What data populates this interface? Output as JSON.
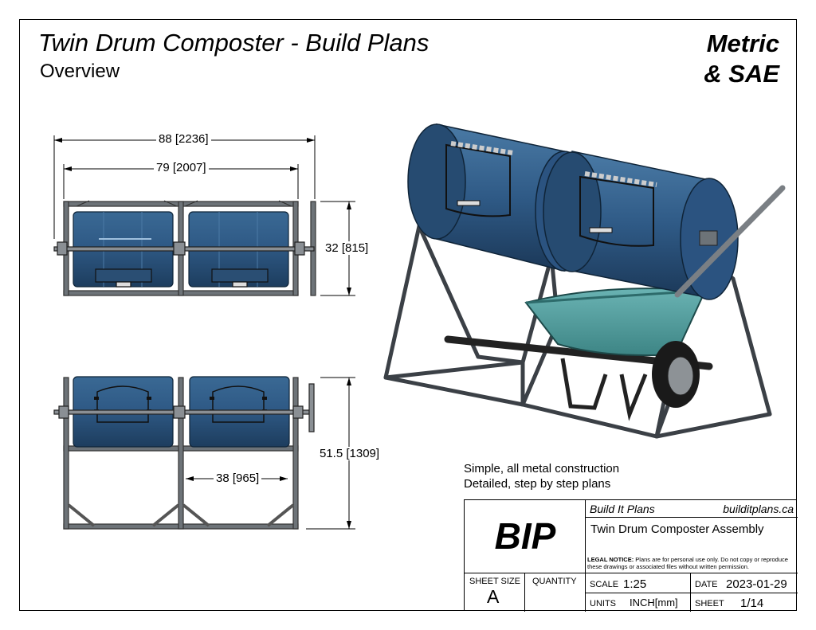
{
  "header": {
    "title": "Twin Drum Composter - Build Plans",
    "subtitle": "Overview",
    "units_line1": "Metric",
    "units_line2": "& SAE"
  },
  "dimensions": {
    "overall_length": "88 [2236]",
    "frame_length": "79 [2007]",
    "top_height": "32 [815]",
    "total_height": "51.5 [1309]",
    "bay_width": "38 [965]"
  },
  "features": [
    "Simple, all metal construction",
    "Detailed, step by step plans"
  ],
  "title_block": {
    "company": "Build It Plans",
    "website": "builditplans.ca",
    "logo": "BIP",
    "drawing_title": "Twin Drum Composter Assembly",
    "legal_label": "LEGAL NOTICE:",
    "legal_text": "Plans are for personal use only. Do not copy or reproduce these drawings or associated files without written permission.",
    "sheet_size_label": "SHEET SIZE",
    "sheet_size": "A",
    "quantity_label": "QUANTITY",
    "quantity": "",
    "scale_label": "SCALE",
    "scale": "1:25",
    "date_label": "DATE",
    "date": "2023-01-29",
    "units_label": "UNITS",
    "units": "INCH[mm]",
    "sheet_label": "SHEET",
    "sheet": "1/14"
  },
  "colors": {
    "drum": "#2f5a86",
    "drum_dark": "#1d3d5e",
    "frame": "#555a60",
    "tray": "#4e9a9a"
  }
}
